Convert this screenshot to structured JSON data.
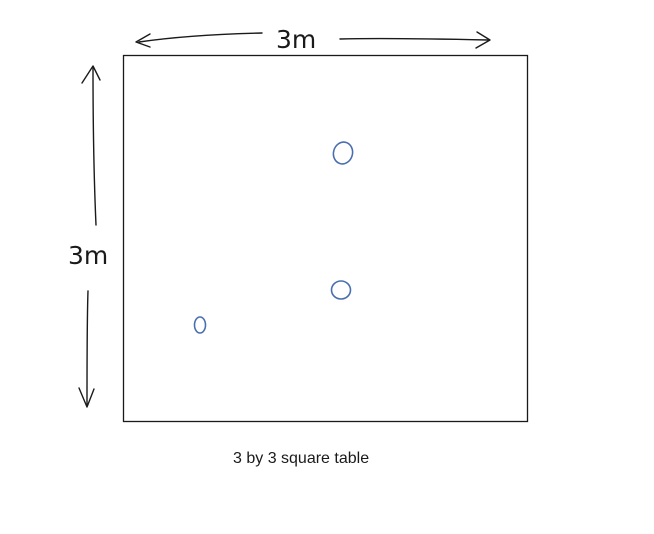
{
  "dimensions": {
    "width_label": "3m",
    "height_label": "3m"
  },
  "caption": "3 by 3 square table",
  "colors": {
    "ink": "#1a1a1a",
    "circle": "#4a6fb0"
  },
  "markers": [
    {
      "label": "O"
    },
    {
      "label": "O"
    },
    {
      "label": "0"
    }
  ]
}
